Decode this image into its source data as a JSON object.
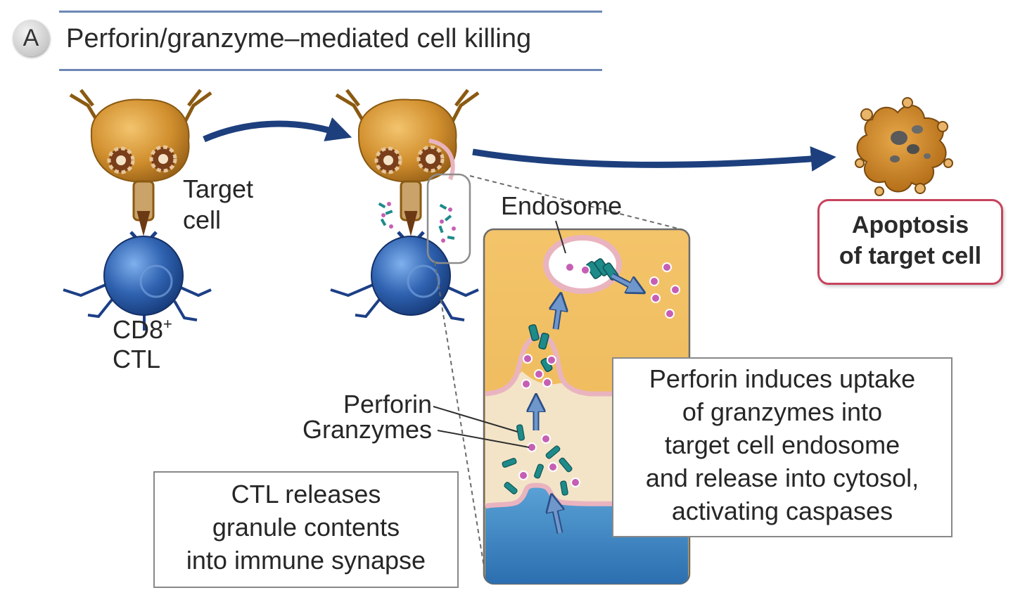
{
  "panel": {
    "letter": "A",
    "title": "Perforin/granzyme–mediated cell killing"
  },
  "labels": {
    "target_cell_line1": "Target",
    "target_cell_line2": "cell",
    "ctl_line1": "CD8",
    "ctl_sup": "+",
    "ctl_line2": "CTL",
    "endosome": "Endosome",
    "perforin": "Perforin",
    "granzymes": "Granzymes"
  },
  "outcome": {
    "line1": "Apoptosis",
    "line2": "of target cell"
  },
  "ctl_box": {
    "line1": "CTL releases",
    "line2": "granule contents",
    "line3": "into immune synapse"
  },
  "perforin_box": {
    "line1": "Perforin induces uptake",
    "line2": "of granzymes into",
    "line3": "target cell endosome",
    "line4": "and release into cytosol,",
    "line5": "activating caspases"
  },
  "colors": {
    "target_cell": "#d18f2e",
    "ctl_cell": "#2f62b0",
    "arrow": "#1d3f7d",
    "membrane": "#e9b4bf",
    "granzyme": "#c65fb4",
    "perforin": "#1e8a8a",
    "apoptosis_border": "#c7435d"
  }
}
